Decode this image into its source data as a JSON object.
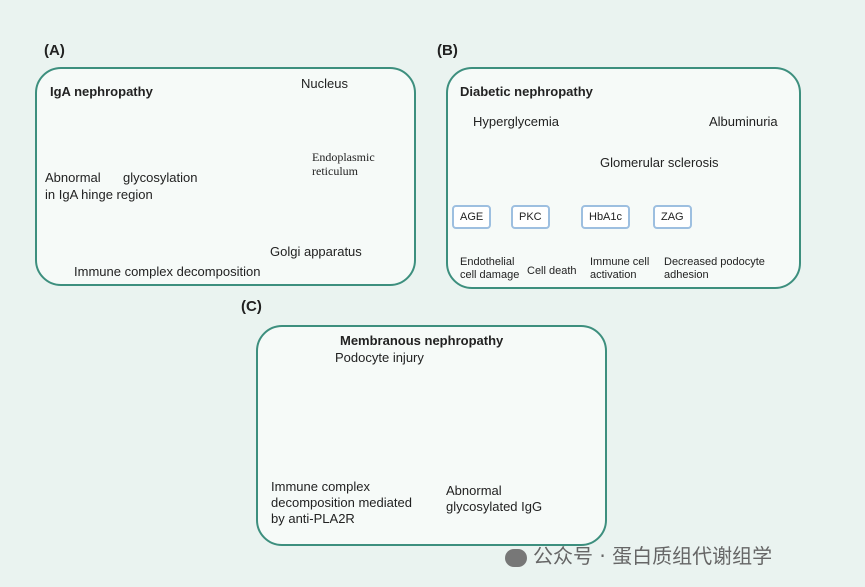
{
  "panels": {
    "a": {
      "letter": "(A)",
      "title": "IgA nephropathy",
      "labels": {
        "nucleus": "Nucleus",
        "er": "Endoplasmic reticulum",
        "golgi": "Golgi apparatus",
        "abnormal": "Abnormal",
        "in_hinge": "in IgA hinge region",
        "glyco": "glycosylation",
        "immune_complex": "Immune complex decomposition"
      }
    },
    "b": {
      "letter": "(B)",
      "title": "Diabetic nephropathy",
      "labels": {
        "hyperglycemia": "Hyperglycemia",
        "albuminuria": "Albuminuria",
        "glom_sclerosis": "Glomerular sclerosis"
      },
      "markers": [
        "AGE",
        "PKC",
        "HbA1c",
        "ZAG"
      ],
      "outcomes": {
        "endothelial": "Endothelial",
        "cell_damage": "cell damage",
        "cell_death": "Cell death",
        "immune_cell": "Immune cell",
        "activation": "activation",
        "decreased_podocyte": "Decreased podocyte",
        "adhesion": "adhesion"
      }
    },
    "c": {
      "letter": "(C)",
      "title": "Membranous nephropathy",
      "labels": {
        "podocyte_injury": "Podocyte injury",
        "immune_complex": "Immune complex",
        "decomp_mediated": "decomposition mediated",
        "by_anti": "by anti-PLA2R",
        "abnormal": "Abnormal",
        "glyco_igg": "glycosylated IgG"
      }
    }
  },
  "watermark": "公众号 · 蛋白质组代谢组学",
  "colors": {
    "border": "#3d8f7e",
    "arrow_gold": "#b8860b",
    "arrow_blue": "#2a6fb8"
  }
}
